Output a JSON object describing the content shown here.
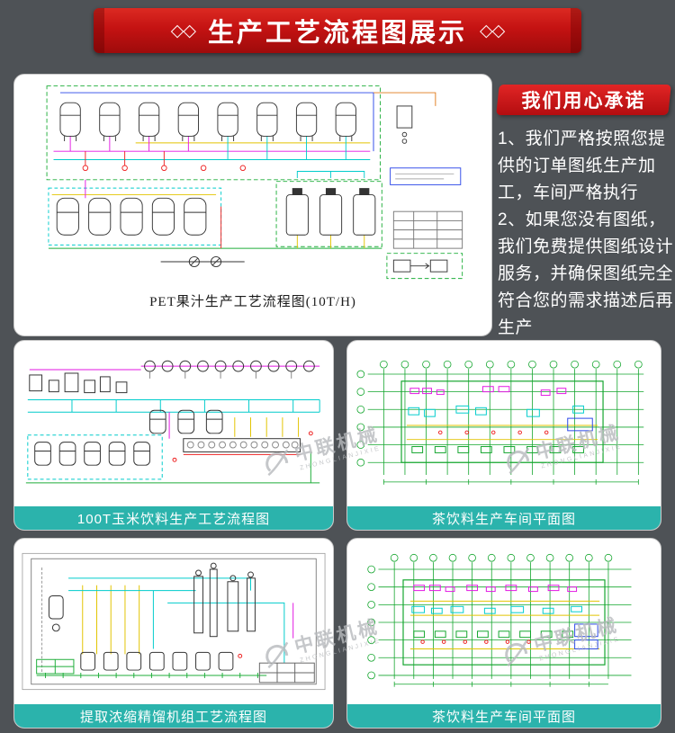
{
  "colors": {
    "page_bg": "#4e5256",
    "banner_red": "#c41212",
    "badge_red": "#b30d10",
    "caption_teal": "#2bb3ac"
  },
  "banner": {
    "ornament_left": "◇◇",
    "title": "生产工艺流程图展示",
    "ornament_right": "◇◇"
  },
  "promise": {
    "badge": "我们用心承诺",
    "paragraphs": [
      "1、我们严格按照您提供的订单图纸生产加工，车间严格执行",
      "2、如果您没有图纸，我们免费提供图纸设计服务，并确保图纸完全符合您的需求描述后再生产"
    ]
  },
  "panels": {
    "pet": {
      "caption": "PET果汁生产工艺流程图(10T/H)"
    },
    "corn": {
      "caption": "100T玉米饮料生产工艺流程图"
    },
    "tea1": {
      "caption": "茶饮料生产车间平面图"
    },
    "distill": {
      "caption": "提取浓缩精馏机组工艺流程图"
    },
    "tea2": {
      "caption": "茶饮料生产车间平面图"
    }
  },
  "watermark": {
    "text": "中联机械",
    "subtext": "ZHONGLIANJIXIE"
  }
}
